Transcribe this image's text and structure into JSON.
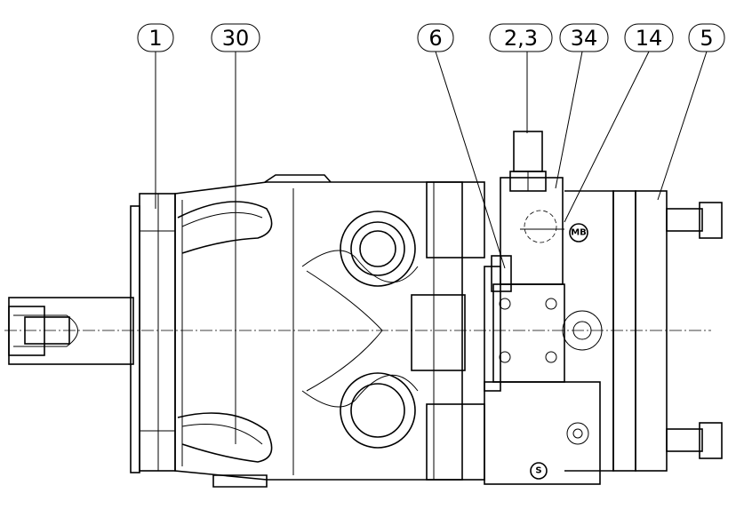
{
  "drawing": {
    "title": "Hydraulic axial piston pump - side view with position callouts",
    "callouts": [
      {
        "id": "1",
        "label": "1"
      },
      {
        "id": "30",
        "label": "30"
      },
      {
        "id": "6",
        "label": "6"
      },
      {
        "id": "2-3",
        "label": "2,3"
      },
      {
        "id": "34",
        "label": "34"
      },
      {
        "id": "14",
        "label": "14"
      },
      {
        "id": "5",
        "label": "5"
      }
    ],
    "markings": {
      "port_mb": "MB",
      "port_s": "S"
    }
  }
}
